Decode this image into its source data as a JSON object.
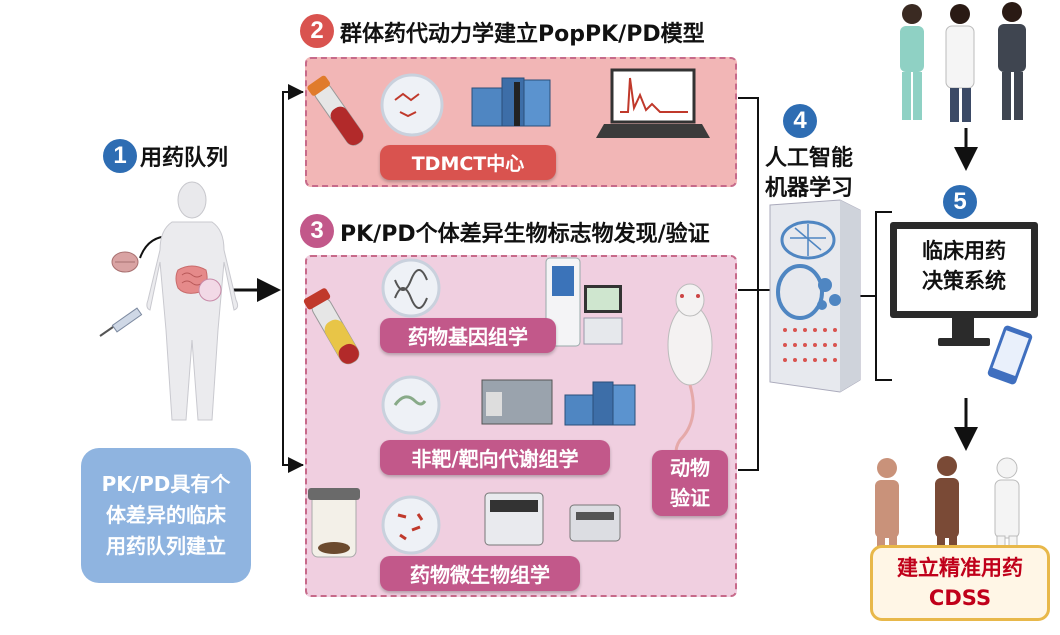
{
  "steps": {
    "s1": {
      "num": "1",
      "label": "用药队列"
    },
    "s2": {
      "num": "2",
      "label": "群体药代动力学建立PopPK/PD模型"
    },
    "s3": {
      "num": "3",
      "label": "PK/PD个体差异生物标志物发现/验证"
    },
    "s4": {
      "num": "4",
      "label_line1": "人工智能",
      "label_line2": "机器学习"
    },
    "s5": {
      "num": "5"
    }
  },
  "panel2": {
    "center_label": "TDMCT中心"
  },
  "panel3": {
    "genomics": "药物基因组学",
    "metabolomics": "非靶/靶向代谢组学",
    "microbiome": "药物微生物组学",
    "animal_line1": "动物",
    "animal_line2": "验证"
  },
  "cohort_box": {
    "line1": "PK/PD具有个",
    "line2": "体差异的临床",
    "line3": "用药队列建立"
  },
  "monitor": {
    "line1": "临床用药",
    "line2": "决策系统"
  },
  "result": {
    "line1": "建立精准用药",
    "line2": "CDSS"
  },
  "colors": {
    "blue_badge": "#2e6db3",
    "red_badge": "#d9534f",
    "pink_badge": "#c2588a",
    "result_border": "#e8b84a"
  }
}
